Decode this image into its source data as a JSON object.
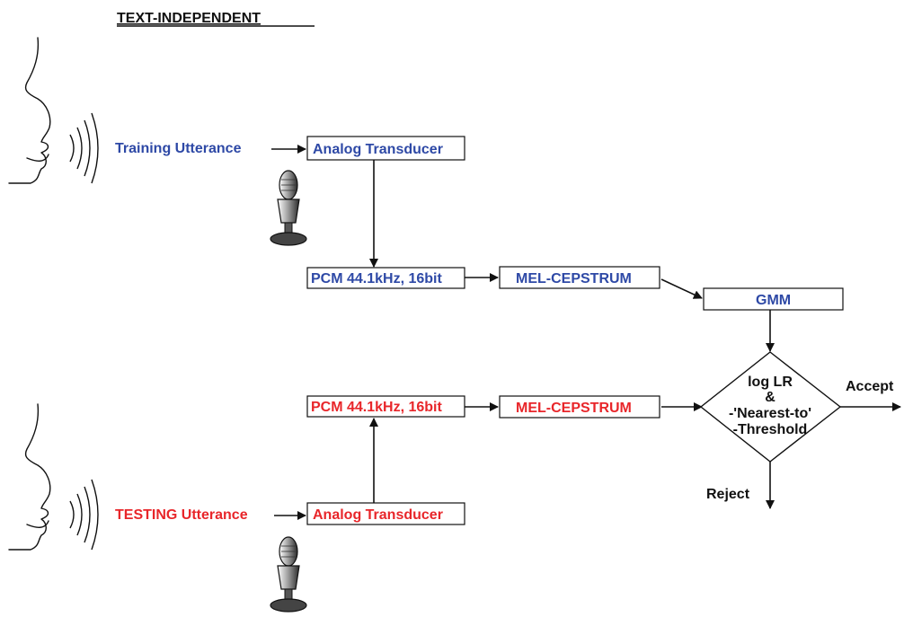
{
  "title": "TEXT-INDEPENDENT",
  "colors": {
    "training": "#2e49a6",
    "testing": "#e8262a",
    "line": "#111111"
  },
  "training": {
    "utterance": "Training Utterance",
    "transducer": "Analog Transducer",
    "pcm": "PCM 44.1kHz, 16bit",
    "mel": "MEL-CEPSTRUM",
    "gmm": "GMM"
  },
  "testing": {
    "utterance": "TESTING Utterance",
    "transducer": "Analog Transducer",
    "pcm": "PCM 44.1kHz, 16bit",
    "mel": "MEL-CEPSTRUM"
  },
  "decision": {
    "line1": "log LR",
    "line2": "&",
    "line3": "-'Nearest-to'",
    "line4": "-Threshold",
    "accept": "Accept",
    "reject": "Reject"
  },
  "icons": [
    "speaking-face-icon",
    "microphone-icon",
    "sound-waves-icon"
  ]
}
